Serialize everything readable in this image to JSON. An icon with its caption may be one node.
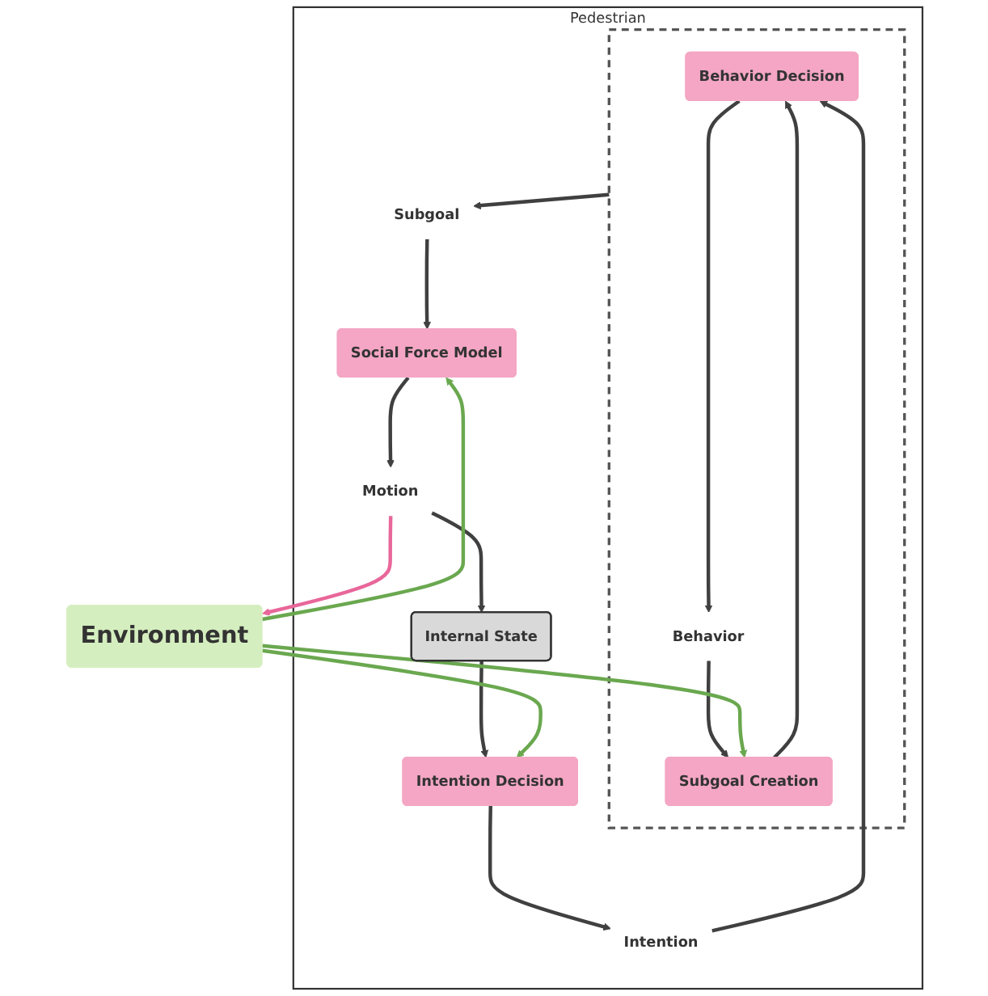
{
  "diagram": {
    "nodes": [
      {
        "text": [
          "Pedestrian"
        ]
      },
      {
        "text": [],
        "shape": "box",
        "in": 0
      },
      {
        "text": [
          "Intention"
        ],
        "in": 0
      },
      {
        "text": [
          "Behavior Decision"
        ],
        "in": 1
      },
      {
        "text": [
          "Behavior"
        ],
        "in": 1
      },
      {
        "text": [
          "Intention Decision"
        ],
        "in": 0
      },
      {
        "text": [
          "Subgoal Creation"
        ],
        "in": 1
      },
      {
        "text": [
          "Internal State"
        ],
        "in": 0
      },
      {
        "text": [
          "Subgoal"
        ],
        "in": 0
      },
      {
        "text": [
          "Social Force Model"
        ],
        "in": 0
      },
      {
        "text": [
          "Motion"
        ],
        "in": 0
      },
      {
        "text": [
          "Environment"
        ]
      }
    ],
    "edges": [
      {
        "from": 2,
        "to": 3,
        "arrow": "to"
      },
      {
        "from": 3,
        "to": 4,
        "arrow": "to"
      },
      {
        "from": 4,
        "to": 6,
        "arrow": "to"
      },
      {
        "from": 6,
        "to": 3,
        "arrow": "to"
      },
      {
        "from": 5,
        "to": 2,
        "arrow": "to"
      },
      {
        "from": 7,
        "to": 5,
        "arrow": "to"
      },
      {
        "from": 1,
        "to": 8,
        "arrow": "to"
      },
      {
        "from": 8,
        "to": 9,
        "arrow": "to"
      },
      {
        "from": 9,
        "to": 10,
        "arrow": "to"
      },
      {
        "from": 10,
        "to": 7,
        "arrow": "to"
      },
      {
        "from": 10,
        "to": 11,
        "arrow": "to",
        "color": "#e8679a"
      },
      {
        "from": 11,
        "to": 5,
        "arrow": "to",
        "color": "#6aa84f"
      },
      {
        "from": 11,
        "to": 9,
        "arrow": "to",
        "color": "#6aa84f"
      },
      {
        "from": 11,
        "to": 6,
        "arrow": "to",
        "color": "#6aa84f"
      }
    ]
  }
}
